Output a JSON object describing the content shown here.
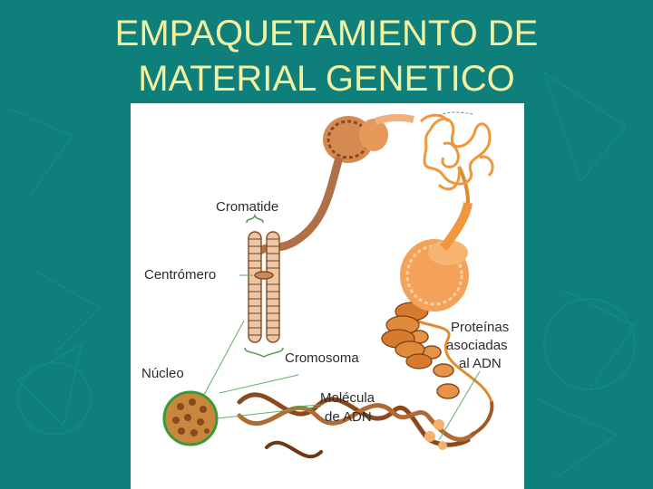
{
  "slide": {
    "title_line1": "EMPAQUETAMIENTO DE",
    "title_line2": "MATERIAL GENETICO"
  },
  "diagram": {
    "labels": {
      "cromatide": "Cromatide",
      "centromero": "Centrómero",
      "cromosoma": "Cromosoma",
      "nucleo": "Núcleo",
      "molecula_line1": "Molécula",
      "molecula_line2": "de ADN",
      "proteinas_line1": "Proteínas",
      "proteinas_line2": "asociadas",
      "proteinas_line3": "al ADN"
    },
    "colors": {
      "background": "#0f7f7b",
      "title": "#f3f0a0",
      "dna_brown": "#8b4a1e",
      "chromatin_orange": "#f0963c",
      "nucleus_green": "#3a9a3a",
      "leader_line_green": "#5fb05f"
    }
  }
}
